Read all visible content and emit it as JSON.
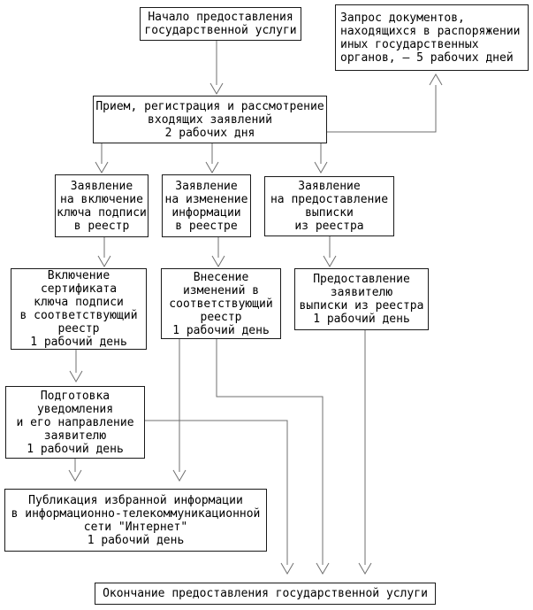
{
  "diagram": {
    "nodes": {
      "start": {
        "label": "Начало предоставления\nгосударственной услуги"
      },
      "request_docs": {
        "label": "Запрос документов,\nнаходящихся в распоряжении\nиных государственных\nорганов, – 5 рабочих дней"
      },
      "intake": {
        "label": "Прием, регистрация и рассмотрение\nвходящих заявлений\n2 рабочих дня"
      },
      "app_include": {
        "label": "Заявление\nна включение\nключа подписи\nв реестр"
      },
      "app_change": {
        "label": "Заявление\nна изменение\nинформации\nв реестре"
      },
      "app_extract": {
        "label": "Заявление\nна предоставление\nвыписки\nиз реестра"
      },
      "include_cert": {
        "label": "Включение\nсертификата\nключа подписи\nв соответствующий\nреестр\n1 рабочий день"
      },
      "make_changes": {
        "label": "Внесение\nизменений в\nсоответствующий\nреестр\n1 рабочий день"
      },
      "provide_extract": {
        "label": "Предоставление\nзаявителю\nвыписки из реестра\n1 рабочий день"
      },
      "prepare_notice": {
        "label": "Подготовка\nуведомления\nи его направление\nзаявителю\n1 рабочий день"
      },
      "publish": {
        "label": "Публикация избранной информации\nв информационно-телекоммуникационной\nсети \"Интернет\"\n1 рабочий день"
      },
      "end": {
        "label": "Окончание предоставления государственной услуги"
      }
    },
    "colors": {
      "background": "#ffffff",
      "box_border": "#1a1a1a",
      "text": "#000000",
      "connector": "#6f6f6f"
    }
  }
}
